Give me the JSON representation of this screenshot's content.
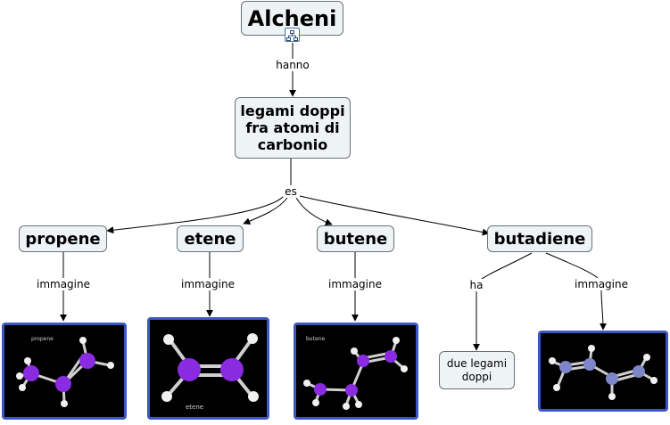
{
  "diagram": {
    "root": {
      "label": "Alcheni",
      "icon": "hierarchy-icon"
    },
    "link_hanno": "hanno",
    "definition": {
      "label": "legami doppi\nfra atomi di\ncarbonio"
    },
    "link_es": "es",
    "examples": [
      {
        "key": "propene",
        "label": "propene",
        "link": "immagine",
        "image_caption": "propene",
        "atom_color": "#8a2be2"
      },
      {
        "key": "etene",
        "label": "etene",
        "link": "immagine",
        "image_caption": "etene",
        "atom_color": "#8a2be2"
      },
      {
        "key": "butene",
        "label": "butene",
        "link": "immagine",
        "image_caption": "butene",
        "atom_color": "#8a2be2"
      },
      {
        "key": "butadiene",
        "label": "butadiene",
        "link_ha": "ha",
        "link_img": "immagine",
        "atom_color": "#7d86c8"
      }
    ],
    "butadiene_note": {
      "label": "due legami\ndoppi"
    }
  },
  "colors": {
    "node_fill": "#eef4f5",
    "node_border": "#6c7174",
    "image_border": "#3b57c4",
    "image_bg": "#000000"
  }
}
